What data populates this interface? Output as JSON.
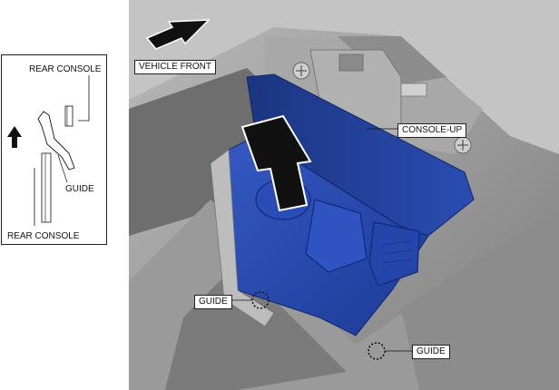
{
  "inset": {
    "label_rear_console_top": "REAR CONSOLE",
    "label_guide": "GUIDE",
    "label_rear_console_bottom": "REAR CONSOLE"
  },
  "photo": {
    "label_vehicle_front": "VEHICLE FRONT",
    "label_console_up": "CONSOLE-UP",
    "label_guide_left": "GUIDE",
    "label_guide_right": "GUIDE"
  },
  "colors": {
    "panel_blue": "#2546a8",
    "panel_blue_dark": "#1b3580",
    "trim_gray": "#8a8a8a",
    "arrow_black": "#111111"
  }
}
